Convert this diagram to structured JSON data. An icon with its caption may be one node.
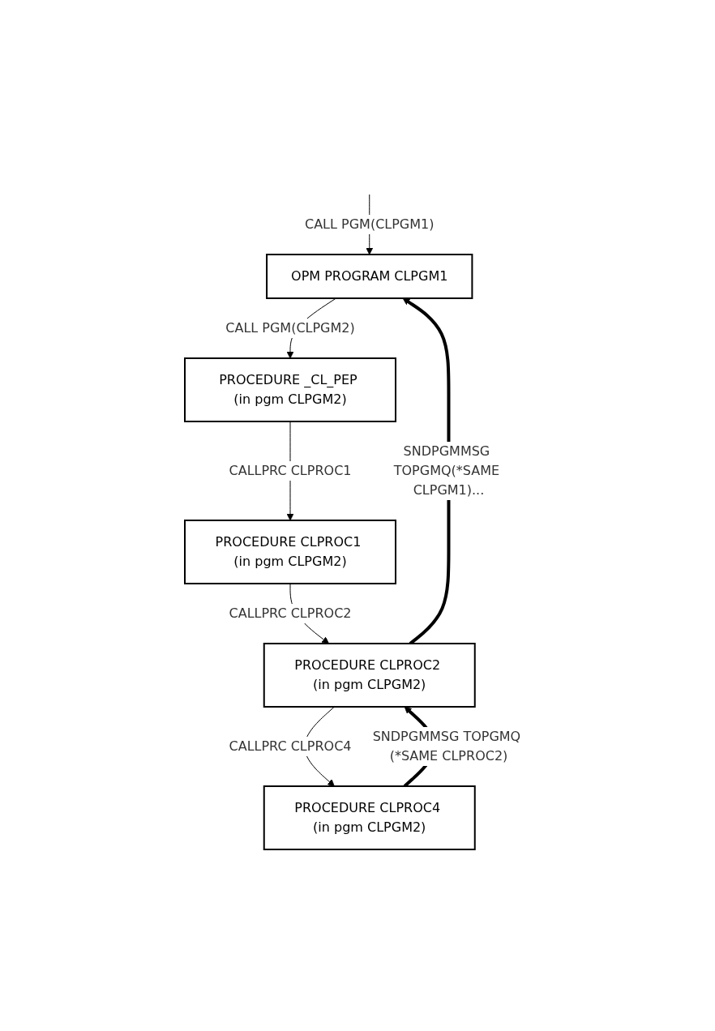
{
  "diagram": {
    "nodes": [
      {
        "text": [
          "OPM PROGRAM CLPGM1"
        ]
      },
      {
        "text": [
          "PROCEDURE _CL_PEP (in pgm CLPGM2)"
        ]
      },
      {
        "text": [
          "PROCEDURE CLPROC1 (in pgm CLPGM2)"
        ]
      },
      {
        "text": [
          "PROCEDURE CLPROC2 (in pgm CLPGM2)"
        ]
      },
      {
        "text": [
          "PROCEDURE CLPROC4 (in pgm CLPGM2)"
        ]
      }
    ],
    "edges": [
      {
        "from": null,
        "to": 0,
        "arrow": "to",
        "label": "CALL PGM(CLPGM1)"
      },
      {
        "from": 0,
        "to": 1,
        "arrow": "to",
        "label": "CALL PGM(CLPGM2)"
      },
      {
        "from": 1,
        "to": 2,
        "arrow": "to",
        "label": "CALLPRC CLPROC1"
      },
      {
        "from": 2,
        "to": 3,
        "arrow": "to",
        "label": "CALLPRC CLPROC2"
      },
      {
        "from": 3,
        "to": 4,
        "arrow": "to",
        "label": "CALLPRC CLPROC4"
      },
      {
        "from": 3,
        "to": 0,
        "arrow": "to",
        "label": "SNDPGMMSG TOPGMQ(*SAME CLPGM1)...",
        "style": "thick"
      },
      {
        "from": 4,
        "to": 3,
        "arrow": "to",
        "label": "SNDPGMMSG TOPGMQ (*SAME CLPROC2)",
        "style": "thick"
      }
    ]
  }
}
